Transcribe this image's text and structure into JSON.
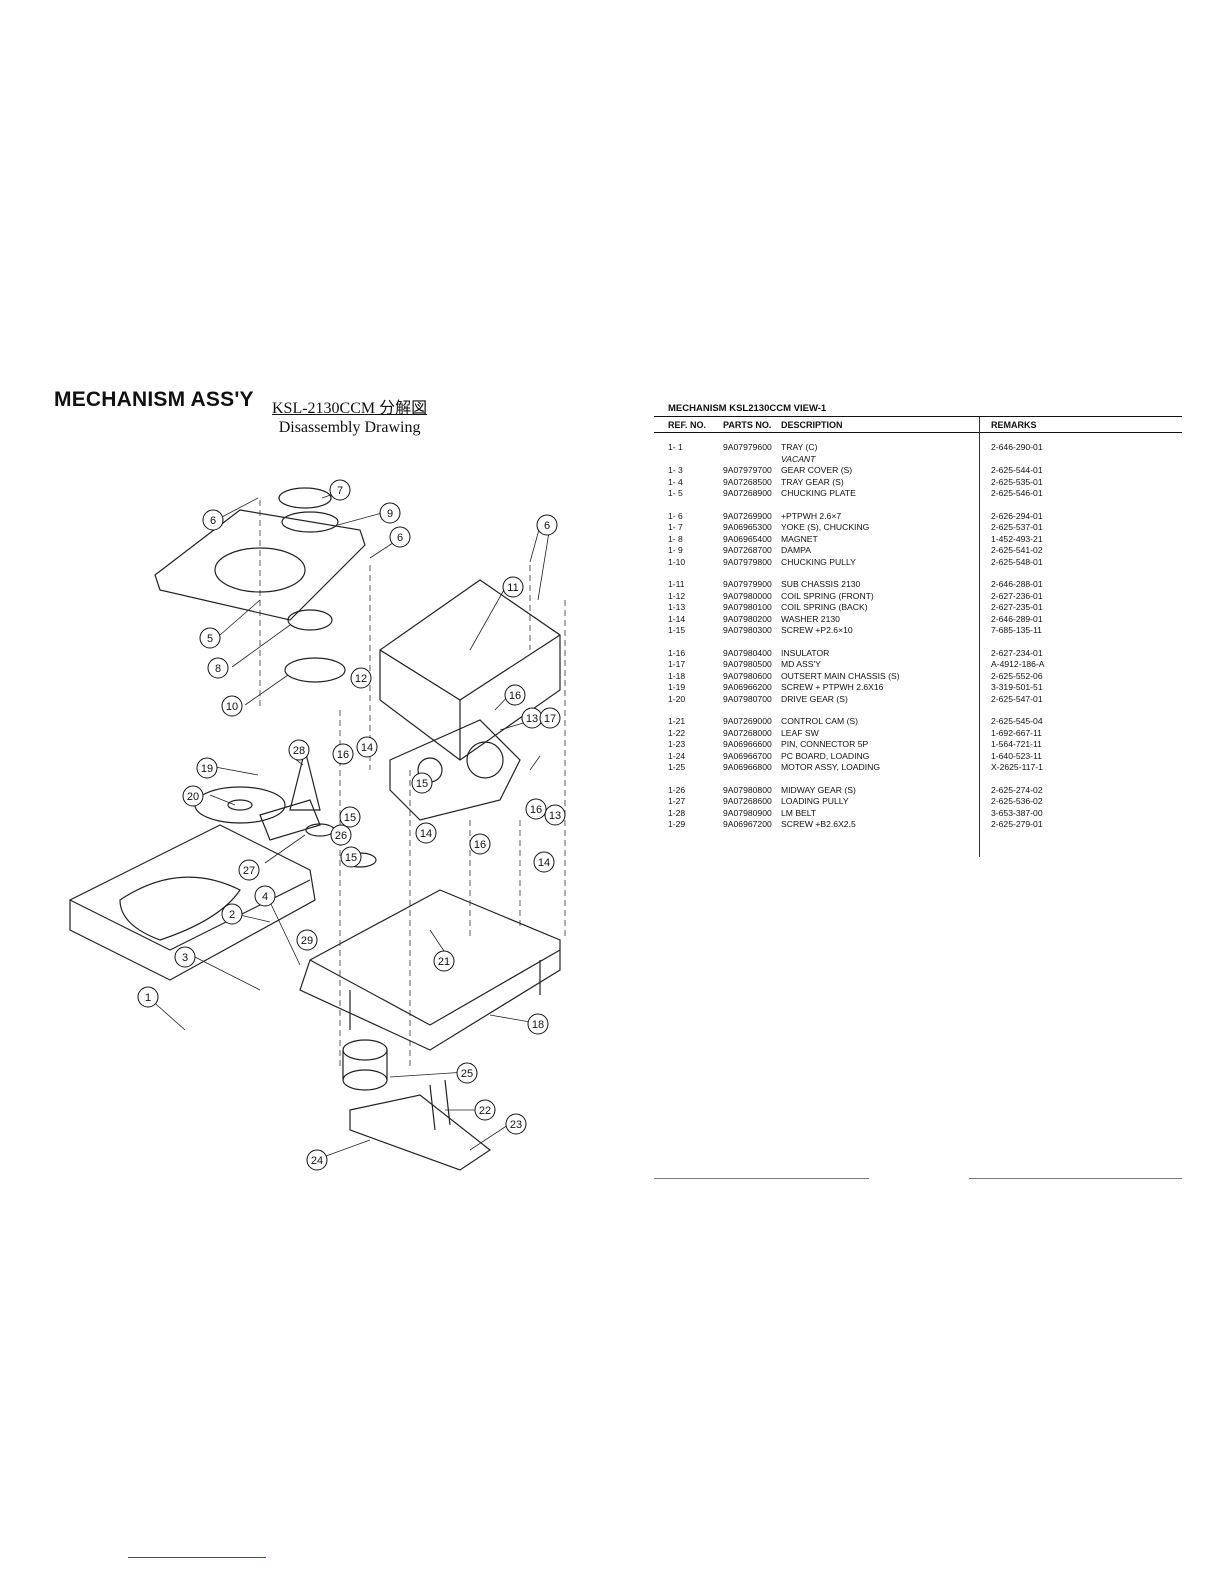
{
  "page": {
    "section_title": "MECHANISM ASS'Y",
    "drawing_title_line1": "KSL-2130CCM 分解図",
    "drawing_title_line2": "Disassembly Drawing"
  },
  "drawing": {
    "callouts": [
      "1",
      "2",
      "3",
      "4",
      "5",
      "6",
      "6",
      "6",
      "7",
      "8",
      "9",
      "10",
      "11",
      "12",
      "13",
      "13",
      "14",
      "14",
      "14",
      "15",
      "15",
      "15",
      "16",
      "16",
      "16",
      "16",
      "17",
      "18",
      "19",
      "20",
      "21",
      "22",
      "23",
      "24",
      "25",
      "26",
      "27",
      "28",
      "29"
    ]
  },
  "parts_table": {
    "heading": "MECHANISM KSL2130CCM VIEW-1",
    "columns": {
      "ref": "REF. NO.",
      "part": "PARTS NO.",
      "desc": "DESCRIPTION",
      "remarks": "REMARKS"
    },
    "rows": [
      {
        "ref": "1- 1",
        "part": "9A07979600",
        "desc": "TRAY (C)",
        "remarks": "2-646-290-01"
      },
      {
        "ref": "",
        "part": "",
        "desc": "VACANT",
        "remarks": ""
      },
      {
        "ref": "1- 3",
        "part": "9A07979700",
        "desc": "GEAR COVER (S)",
        "remarks": "2-625-544-01"
      },
      {
        "ref": "1- 4",
        "part": "9A07268500",
        "desc": "TRAY GEAR (S)",
        "remarks": "2-625-535-01"
      },
      {
        "ref": "1- 5",
        "part": "9A07268900",
        "desc": "CHUCKING PLATE",
        "remarks": "2-625-546-01"
      },
      {
        "ref": "1- 6",
        "part": "9A07269900",
        "desc": "+PTPWH 2.6×7",
        "remarks": "2-626-294-01"
      },
      {
        "ref": "1- 7",
        "part": "9A06965300",
        "desc": "YOKE (S), CHUCKING",
        "remarks": "2-625-537-01"
      },
      {
        "ref": "1- 8",
        "part": "9A06965400",
        "desc": "MAGNET",
        "remarks": "1-452-493-21"
      },
      {
        "ref": "1- 9",
        "part": "9A07268700",
        "desc": "DAMPA",
        "remarks": "2-625-541-02"
      },
      {
        "ref": "1-10",
        "part": "9A07979800",
        "desc": "CHUCKING PULLY",
        "remarks": "2-625-548-01"
      },
      {
        "ref": "1-11",
        "part": "9A07979900",
        "desc": "SUB CHASSIS 2130",
        "remarks": "2-646-288-01"
      },
      {
        "ref": "1-12",
        "part": "9A07980000",
        "desc": "COIL SPRING (FRONT)",
        "remarks": "2-627-236-01"
      },
      {
        "ref": "1-13",
        "part": "9A07980100",
        "desc": "COIL SPRING (BACK)",
        "remarks": "2-627-235-01"
      },
      {
        "ref": "1-14",
        "part": "9A07980200",
        "desc": "WASHER 2130",
        "remarks": "2-646-289-01"
      },
      {
        "ref": "1-15",
        "part": "9A07980300",
        "desc": "SCREW +P2.6×10",
        "remarks": "7-685-135-11"
      },
      {
        "ref": "1-16",
        "part": "9A07980400",
        "desc": "INSULATOR",
        "remarks": "2-627-234-01"
      },
      {
        "ref": "1-17",
        "part": "9A07980500",
        "desc": "MD ASS'Y",
        "remarks": "A-4912-186-A"
      },
      {
        "ref": "1-18",
        "part": "9A07980600",
        "desc": "OUTSERT MAIN CHASSIS (S)",
        "remarks": "2-625-552-06"
      },
      {
        "ref": "1-19",
        "part": "9A06966200",
        "desc": "SCREW + PTPWH 2.6X16",
        "remarks": "3-319-501-51"
      },
      {
        "ref": "1-20",
        "part": "9A07980700",
        "desc": "DRIVE GEAR (S)",
        "remarks": "2-625-547-01"
      },
      {
        "ref": "1-21",
        "part": "9A07269000",
        "desc": "CONTROL CAM (S)",
        "remarks": "2-625-545-04"
      },
      {
        "ref": "1-22",
        "part": "9A07268000",
        "desc": "LEAF SW",
        "remarks": "1-692-667-11"
      },
      {
        "ref": "1-23",
        "part": "9A06966600",
        "desc": "PIN, CONNECTOR 5P",
        "remarks": "1-564-721-11"
      },
      {
        "ref": "1-24",
        "part": "9A06966700",
        "desc": "PC BOARD, LOADING",
        "remarks": "1-640-523-11"
      },
      {
        "ref": "1-25",
        "part": "9A06966800",
        "desc": "MOTOR ASSY, LOADING",
        "remarks": "X-2625-117-1"
      },
      {
        "ref": "1-26",
        "part": "9A07980800",
        "desc": "MIDWAY GEAR (S)",
        "remarks": "2-625-274-02"
      },
      {
        "ref": "1-27",
        "part": "9A07268600",
        "desc": "LOADING PULLY",
        "remarks": "2-625-536-02"
      },
      {
        "ref": "1-28",
        "part": "9A07980900",
        "desc": "LM BELT",
        "remarks": "3-653-387-00"
      },
      {
        "ref": "1-29",
        "part": "9A06967200",
        "desc": "SCREW +B2.6X2.5",
        "remarks": "2-625-279-01"
      }
    ]
  }
}
